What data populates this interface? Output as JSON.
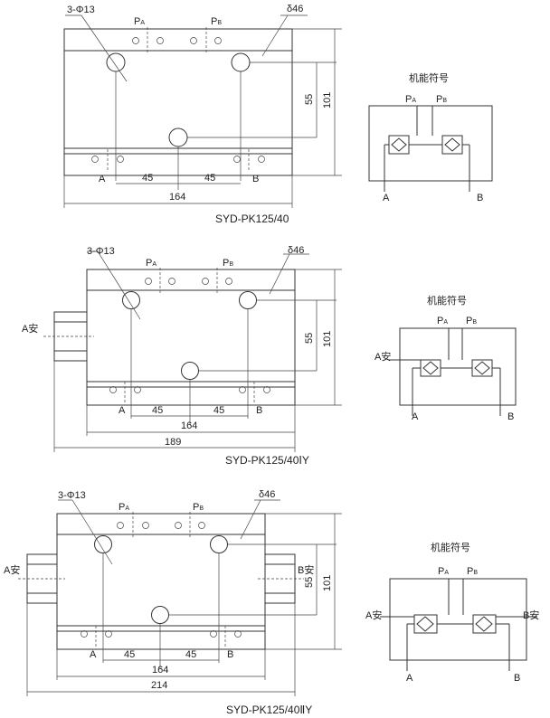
{
  "common": {
    "pA": "P",
    "pB": "P",
    "subA": "A",
    "subB": "B",
    "portA": "A",
    "portB": "B",
    "hole_spec": "3-Φ13",
    "seal_spec": "δ46",
    "dim_45": "45",
    "dim_164": "164",
    "dim_55": "55",
    "dim_101": "101",
    "symbol_title": "机能符号"
  },
  "variants": [
    {
      "model": "SYD-PK125/40"
    },
    {
      "model": "SYD-PK125/40ⅠY",
      "side_left": "A安",
      "overall": "189"
    },
    {
      "model": "SYD-PK125/40ⅡY",
      "side_left": "A安",
      "side_right": "B安",
      "overall": "214"
    }
  ]
}
